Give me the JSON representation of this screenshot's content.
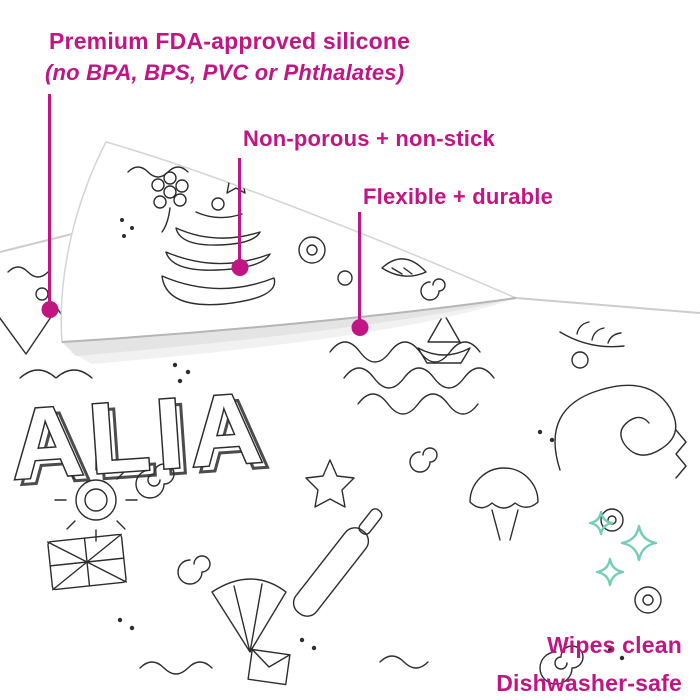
{
  "colors": {
    "accent": "#c21584",
    "sparkle": "#74ceb7",
    "ink": "#2d2d2d"
  },
  "annotations": {
    "premium_line1": "Premium FDA-approved silicone",
    "premium_line2": "(no BPA, BPS, PVC or Phthalates)",
    "nonporous": "Non-porous + non-stick",
    "flexible": "Flexible + durable",
    "wipes": "Wipes clean",
    "dishwasher": "Dishwasher-safe"
  },
  "mat": {
    "visible_text": "ALIA"
  }
}
